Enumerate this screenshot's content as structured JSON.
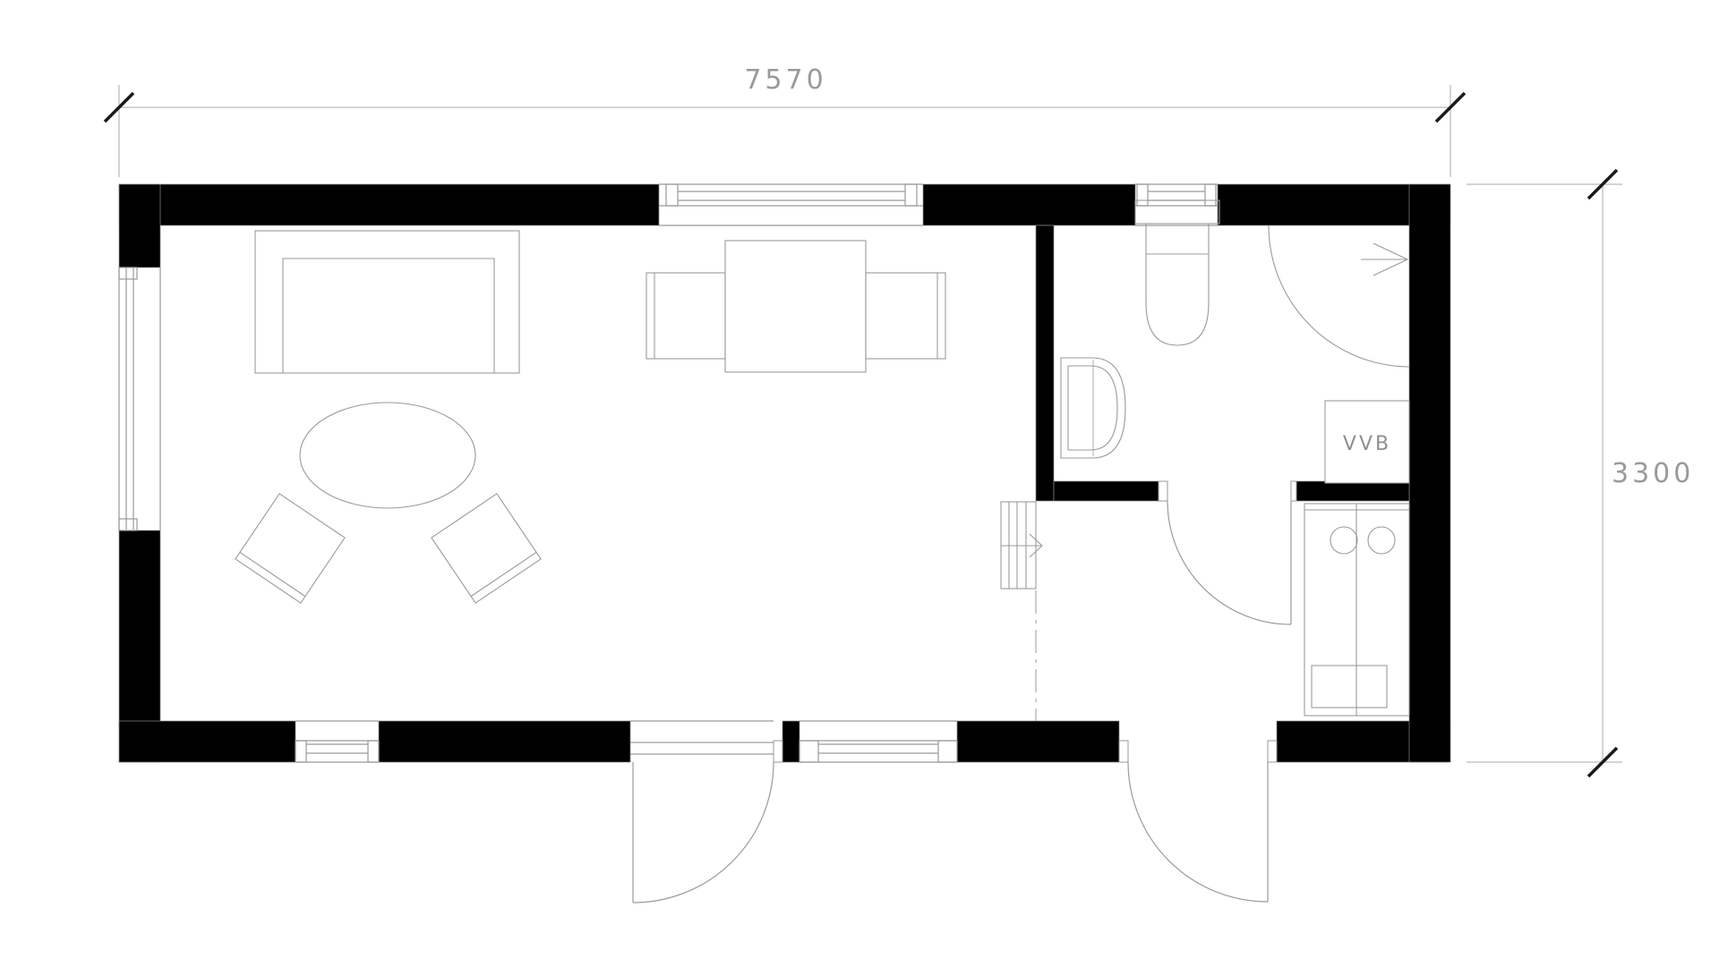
{
  "drawing": {
    "type": "architectural-floor-plan",
    "dimensions": {
      "width_label": "7570",
      "height_label": "3300"
    },
    "labels": {
      "water_heater": "VVB"
    },
    "colors": {
      "wall_fill": "#000000",
      "line": "#9a9a9a",
      "tick": "#1a1a1a",
      "dim_text": "#9a9a9a",
      "background": "#ffffff"
    },
    "fixtures": [
      "sofa",
      "lounge-chairs",
      "round-table",
      "dining-table",
      "dining-chairs",
      "loft-ladder",
      "toilet",
      "washbasin",
      "shower",
      "water-heater",
      "kitchenette-unit",
      "patio-door",
      "entrance-door",
      "bathroom-door",
      "windows"
    ]
  }
}
